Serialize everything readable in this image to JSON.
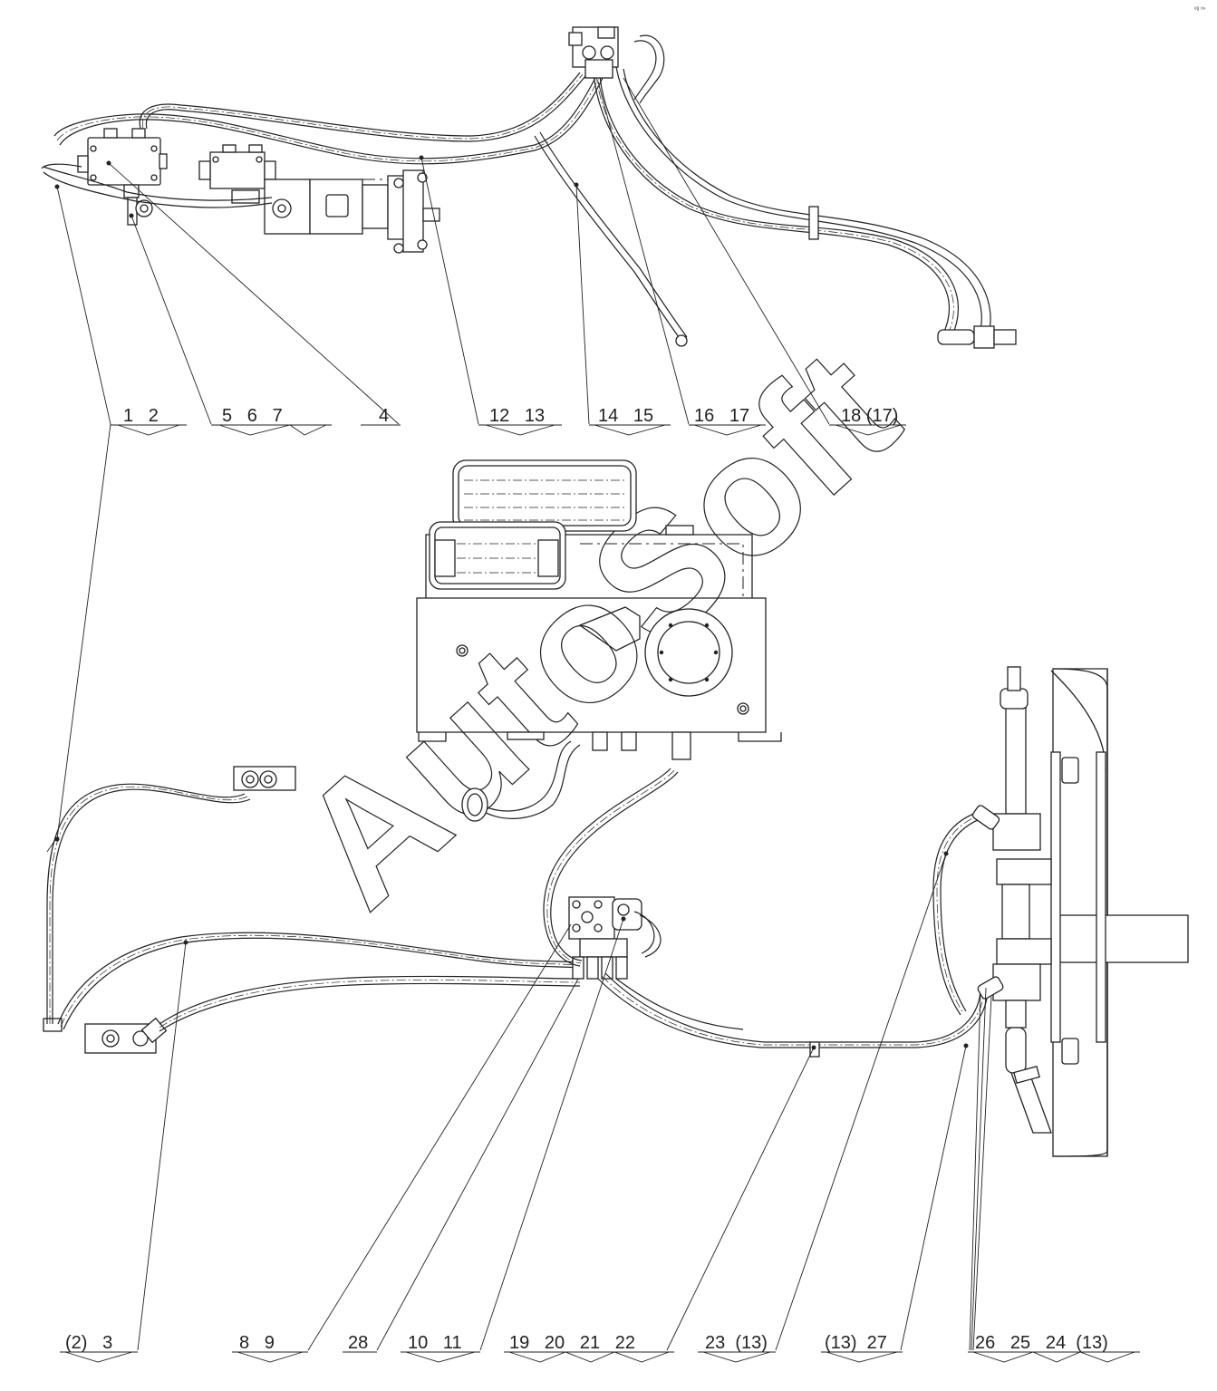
{
  "watermark": "AutoSoft",
  "corner_mark": "ᵉᵍ ᵒⁿ",
  "callouts_top": [
    {
      "id": "top-1",
      "text": "1   2"
    },
    {
      "id": "top-2",
      "text": "5   6   7"
    },
    {
      "id": "top-3",
      "text": "4"
    },
    {
      "id": "top-4",
      "text": "12   13"
    },
    {
      "id": "top-5",
      "text": "14   15"
    },
    {
      "id": "top-6",
      "text": "16   17"
    },
    {
      "id": "top-7",
      "text": "18 (17)"
    }
  ],
  "callouts_bottom": [
    {
      "id": "bot-1",
      "text": "(2)   3"
    },
    {
      "id": "bot-2",
      "text": "8   9"
    },
    {
      "id": "bot-3",
      "text": "28"
    },
    {
      "id": "bot-4",
      "text": "10   11"
    },
    {
      "id": "bot-5",
      "text": "19   20   21   22"
    },
    {
      "id": "bot-6",
      "text": "23  (13)"
    },
    {
      "id": "bot-7",
      "text": "(13)  27"
    },
    {
      "id": "bot-8",
      "text": "26   25   24  (13)"
    }
  ]
}
